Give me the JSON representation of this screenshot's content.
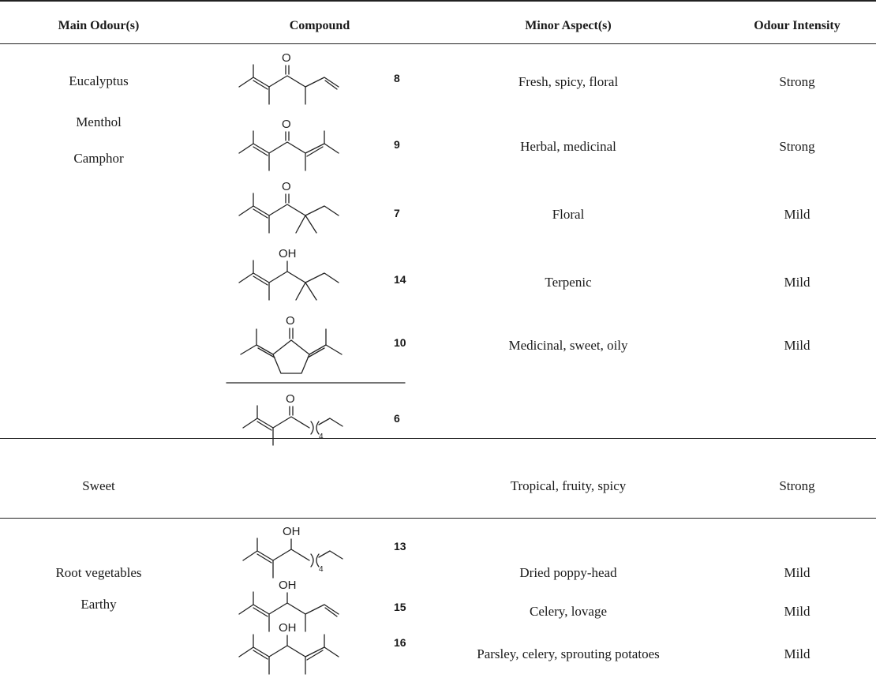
{
  "headers": {
    "main_odour": "Main Odour(s)",
    "compound": "Compound",
    "minor_aspect": "Minor Aspect(s)",
    "odour_intensity": "Odour Intensity"
  },
  "groups": [
    {
      "main_odours": [
        "Eucalyptus",
        "Menthol",
        "Camphor"
      ]
    },
    {
      "main_odours": [
        "Sweet"
      ]
    },
    {
      "main_odours": [
        "Root vegetables",
        "Earthy"
      ]
    }
  ],
  "rows": [
    {
      "compound": "8",
      "minor": "Fresh, spicy, floral",
      "intensity": "Strong",
      "atom_label": "O"
    },
    {
      "compound": "9",
      "minor": "Herbal, medicinal",
      "intensity": "Strong",
      "atom_label": "O"
    },
    {
      "compound": "7",
      "minor": "Floral",
      "intensity": "Mild",
      "atom_label": "O"
    },
    {
      "compound": "14",
      "minor": "Terpenic",
      "intensity": "Mild",
      "atom_label": "OH"
    },
    {
      "compound": "10",
      "minor": "Medicinal, sweet, oily",
      "intensity": "Mild",
      "atom_label": "O"
    },
    {
      "compound": "6",
      "minor": "Tropical, fruity, spicy",
      "intensity": "Strong",
      "atom_label": "O",
      "subscript": "4"
    },
    {
      "compound": "13",
      "minor": "Dried poppy-head",
      "intensity": "Mild",
      "atom_label": "OH",
      "subscript": "4"
    },
    {
      "compound": "15",
      "minor": "Celery, lovage",
      "intensity": "Mild",
      "atom_label": "OH"
    },
    {
      "compound": "16",
      "minor": "Parsley, celery, sprouting potatoes",
      "intensity": "Mild",
      "atom_label": "OH"
    }
  ]
}
